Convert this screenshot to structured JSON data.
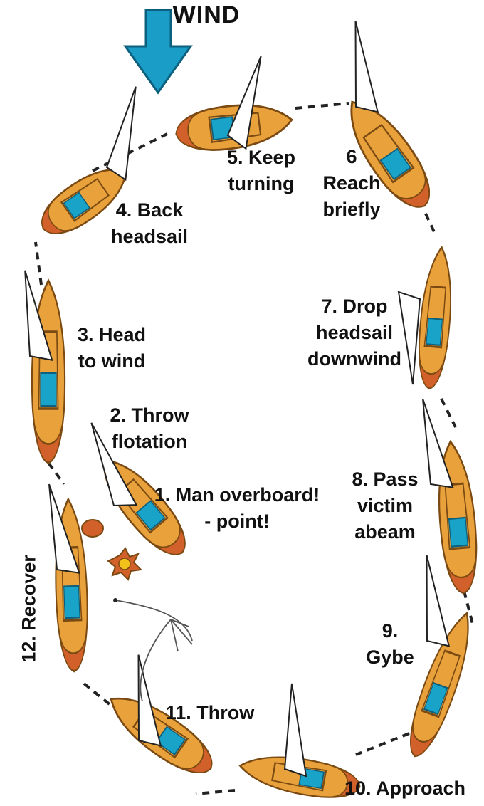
{
  "title": "WIND",
  "colors": {
    "hull": "#e9a23b",
    "hull_outline": "#7a4a12",
    "bow": "#d2602a",
    "cockpit": "#1aa3c8",
    "wind_arrow": "#1a9dc6",
    "wind_arrow_outline": "#0c5f7d",
    "sail": "#ffffff",
    "line": "#222222",
    "victim": "#f2c21a"
  },
  "steps": [
    {
      "n": 1,
      "lines": [
        "1. Man overboard!",
        "- point!"
      ]
    },
    {
      "n": 2,
      "lines": [
        "2. Throw",
        "flotation"
      ]
    },
    {
      "n": 3,
      "lines": [
        "3. Head",
        "to wind"
      ]
    },
    {
      "n": 4,
      "lines": [
        "4. Back",
        "headsail"
      ]
    },
    {
      "n": 5,
      "lines": [
        "5. Keep",
        "turning"
      ]
    },
    {
      "n": 6,
      "lines": [
        "6",
        "Reach",
        "briefly"
      ]
    },
    {
      "n": 7,
      "lines": [
        "7. Drop",
        "headsail",
        "downwind"
      ]
    },
    {
      "n": 8,
      "lines": [
        "8. Pass",
        "victim",
        "abeam"
      ]
    },
    {
      "n": 9,
      "lines": [
        "9.",
        "Gybe"
      ]
    },
    {
      "n": 10,
      "lines": [
        "10. Approach"
      ]
    },
    {
      "n": 11,
      "lines": [
        "11. Throw"
      ]
    },
    {
      "n": 12,
      "lines": [
        "12. Recover"
      ]
    }
  ]
}
